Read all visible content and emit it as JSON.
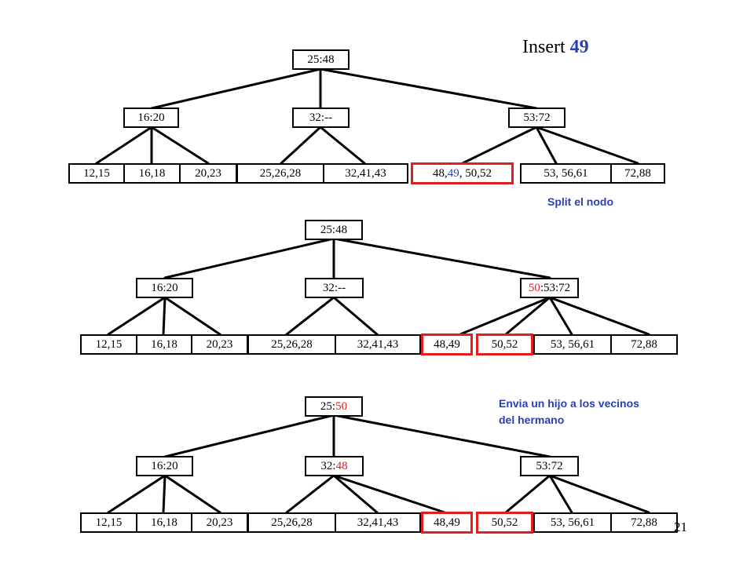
{
  "title": {
    "prefix": "Insert",
    "num": "49"
  },
  "notes": {
    "split": "Split el nodo",
    "send_l1": "Envia un hijo a los vecinos",
    "send_l2": "del hermano"
  },
  "page_number": "21",
  "d1": {
    "root": "25:48",
    "mid": [
      "16:20",
      "32:--",
      "53:72"
    ],
    "leaves": [
      "12,15",
      "16,18",
      "20,23",
      "25,26,28",
      "32,41,43",
      "53, 56,61",
      "72,88"
    ],
    "hl_leaf": {
      "a": "48,",
      "b": "49",
      "c": ", 50,52"
    }
  },
  "d2": {
    "root": "25:48",
    "mid": [
      "16:20",
      "32:--"
    ],
    "mid3": {
      "a": "50",
      "b": ":53:72"
    },
    "leaves": [
      "12,15",
      "16,18",
      "20,23",
      "25,26,28",
      "32,41,43",
      "48,49",
      "50,52",
      "53, 56,61",
      "72,88"
    ]
  },
  "d3": {
    "root": {
      "a": "25:",
      "b": "50"
    },
    "mid": [
      "16:20",
      "53:72"
    ],
    "mid2": {
      "a": "32:",
      "b": "48"
    },
    "leaves": [
      "12,15",
      "16,18",
      "20,23",
      "25,26,28",
      "32,41,43",
      "48,49",
      "50,52",
      "53, 56,61",
      "72,88"
    ]
  }
}
